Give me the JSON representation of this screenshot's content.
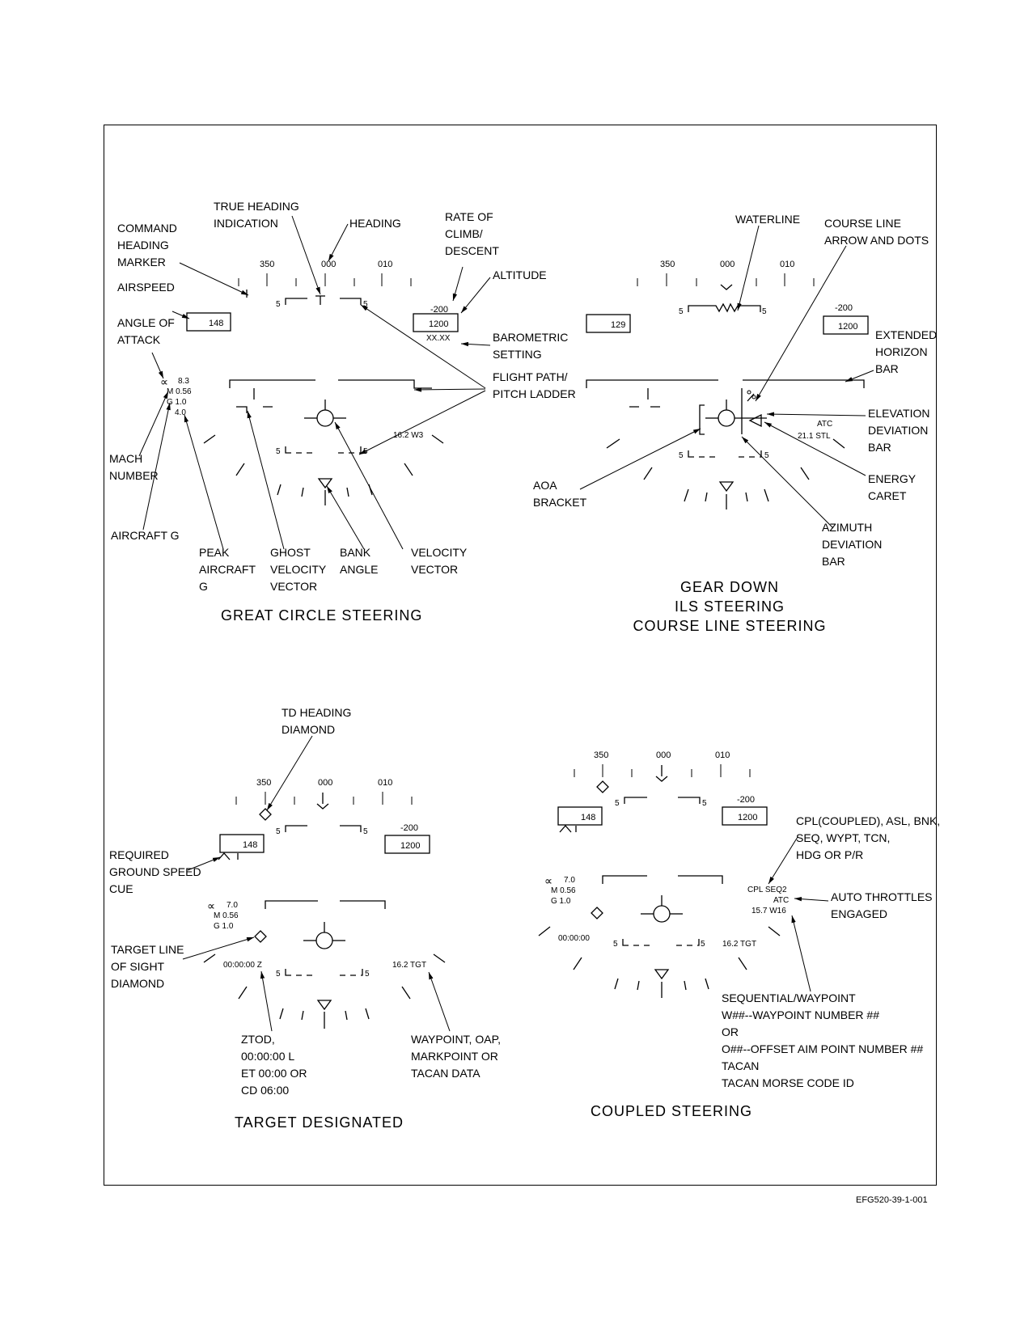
{
  "panels": {
    "great_circle": {
      "title": "GREAT CIRCLE STEERING",
      "heading_scale": [
        "350",
        "000",
        "010"
      ],
      "pitch_5": "5",
      "airspeed": "148",
      "rate_of_climb": "-200",
      "altitude": "1200",
      "baro": "XX.XX",
      "aoa_symbol": "∝",
      "aoa_value": "8.3",
      "mach": "M 0.56",
      "g": "G 1.0",
      "peak_g": "4.0",
      "steer_data": "16.2 W3",
      "labels": {
        "command_heading": [
          "COMMAND",
          "HEADING",
          "MARKER"
        ],
        "true_heading": [
          "TRUE HEADING",
          "INDICATION"
        ],
        "heading": "HEADING",
        "rate_of_climb": [
          "RATE OF",
          "CLIMB/",
          "DESCENT"
        ],
        "altitude": "ALTITUDE",
        "airspeed": "AIRSPEED",
        "angle_of_attack": [
          "ANGLE OF",
          "ATTACK"
        ],
        "baro_setting": [
          "BAROMETRIC",
          "SETTING"
        ],
        "flight_path": [
          "FLIGHT PATH/",
          "PITCH LADDER"
        ],
        "mach_number": [
          "MACH",
          "NUMBER"
        ],
        "aircraft_g": "AIRCRAFT G",
        "peak_g": [
          "PEAK",
          "AIRCRAFT",
          "G"
        ],
        "ghost_vv": [
          "GHOST",
          "VELOCITY",
          "VECTOR"
        ],
        "bank_angle": [
          "BANK",
          "ANGLE"
        ],
        "velocity_vector": [
          "VELOCITY",
          "VECTOR"
        ]
      }
    },
    "gear_down": {
      "title": [
        "GEAR DOWN",
        "ILS STEERING",
        "COURSE LINE STEERING"
      ],
      "heading_scale": [
        "350",
        "000",
        "010"
      ],
      "airspeed": "129",
      "rate_of_climb": "-200",
      "altitude": "1200",
      "atc": "ATC",
      "steer_data": "21.1 STL",
      "labels": {
        "waterline": "WATERLINE",
        "course_line": [
          "COURSE LINE",
          "ARROW AND DOTS"
        ],
        "extended_horizon": [
          "EXTENDED",
          "HORIZON",
          "BAR"
        ],
        "elevation_dev": [
          "ELEVATION",
          "DEVIATION",
          "BAR"
        ],
        "energy_caret": [
          "ENERGY",
          "CARET"
        ],
        "aoa_bracket": [
          "AOA",
          "BRACKET"
        ],
        "azimuth_dev": [
          "AZIMUTH",
          "DEVIATION",
          "BAR"
        ]
      }
    },
    "target_designated": {
      "title": "TARGET DESIGNATED",
      "heading_scale": [
        "350",
        "000",
        "010"
      ],
      "airspeed": "148",
      "rate_of_climb": "-200",
      "altitude": "1200",
      "aoa_value": "7.0",
      "mach": "M 0.56",
      "g": "G 1.0",
      "time": "00:00:00 Z",
      "steer_data": "16.2 TGT",
      "labels": {
        "td_heading": [
          "TD HEADING",
          "DIAMOND"
        ],
        "required_gs": [
          "REQUIRED",
          "GROUND SPEED",
          "CUE"
        ],
        "target_los": [
          "TARGET LINE",
          "OF SIGHT",
          "DIAMOND"
        ],
        "ztod": [
          "ZTOD,",
          "00:00:00 L",
          "ET 00:00 OR",
          "CD 06:00"
        ],
        "waypoint_data": [
          "WAYPOINT, OAP,",
          "MARKPOINT OR",
          "TACAN DATA"
        ]
      }
    },
    "coupled": {
      "title": "COUPLED STEERING",
      "heading_scale": [
        "350",
        "000",
        "010"
      ],
      "airspeed": "148",
      "rate_of_climb": "-200",
      "altitude": "1200",
      "aoa_value": "7.0",
      "mach": "M 0.56",
      "g": "G 1.0",
      "time": "00:00:00",
      "cpl": "CPL SEQ2",
      "atc": "ATC",
      "w16": "15.7 W16",
      "steer_data": "16.2 TGT",
      "labels": {
        "cpl_modes": [
          "CPL(COUPLED), ASL, BNK,",
          "SEQ, WYPT, TCN,",
          "HDG OR P/R"
        ],
        "auto_throttles": [
          "AUTO THROTTLES",
          "ENGAGED"
        ],
        "seq_wpt": [
          "SEQUENTIAL/WAYPOINT",
          "W##--WAYPOINT NUMBER ##",
          "OR",
          "O##--OFFSET AIM POINT NUMBER ##",
          "TACAN",
          "TACAN MORSE CODE ID"
        ]
      }
    }
  },
  "figure_id": "EFG520-39-1-001"
}
